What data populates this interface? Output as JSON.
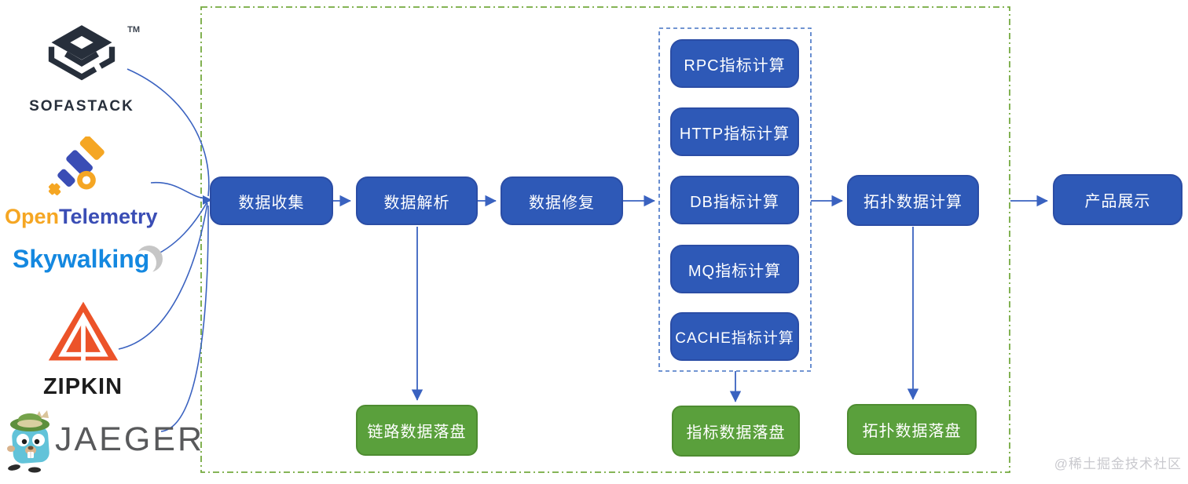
{
  "sources": {
    "sofastack": {
      "label": "SOFASTACK",
      "tm": "TM"
    },
    "opentelemetry": {
      "open": "Open",
      "telemetry": "Telemetry"
    },
    "skywalking": {
      "label": "Skywalking"
    },
    "zipkin": {
      "label": "ZIPKIN"
    },
    "jaeger": {
      "label": "JAEGER"
    }
  },
  "pipeline": {
    "collect": "数据收集",
    "parse": "数据解析",
    "repair": "数据修复",
    "metrics": [
      "RPC指标计算",
      "HTTP指标计算",
      "DB指标计算",
      "MQ指标计算",
      "CACHE指标计算"
    ],
    "topology_calc": "拓扑数据计算",
    "product_display": "产品展示",
    "trace_store": "链路数据落盘",
    "metric_store": "指标数据落盘",
    "topology_store": "拓扑数据落盘"
  },
  "watermark": "@稀土掘金技术社区",
  "colors": {
    "process_box": "#2e59b7",
    "store_box": "#5aa03c",
    "arrow": "#3a62c0",
    "outer_border": "#74a93f",
    "inner_border": "#4472c4",
    "sofastack_dark": "#272f3b",
    "otel_orange": "#f5a623",
    "otel_blue": "#3a4db5",
    "skywalking_blue": "#1488e0",
    "zipkin_orange": "#ec5329",
    "jaeger_gray": "#58595b"
  }
}
